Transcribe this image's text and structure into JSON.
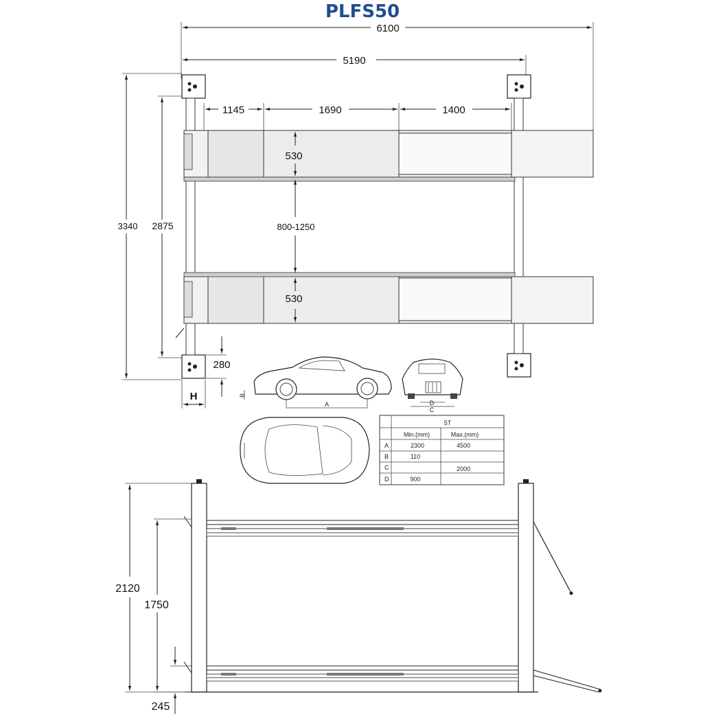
{
  "title": "PLFS50",
  "top_view": {
    "overall_length": "6100",
    "post_spacing": "5190",
    "segment_1": "1145",
    "segment_2": "1690",
    "segment_3": "1400",
    "runway_width_upper": "530",
    "runway_width_lower": "530",
    "inner_gap": "800-1250",
    "overall_width": "3340",
    "post_spacing_width": "2875",
    "base_plate": "280",
    "post_width": "H"
  },
  "car_labels": {
    "a": "A",
    "b": "B",
    "c": "C",
    "d": "D"
  },
  "spec_table": {
    "capacity": "5T",
    "headers": [
      "Min.(mm)",
      "Max.(mm)"
    ],
    "rows": [
      {
        "label": "A",
        "min": "2300",
        "max": "4500"
      },
      {
        "label": "B",
        "min": "110",
        "max": ""
      },
      {
        "label": "C",
        "min": "",
        "max": "2000"
      },
      {
        "label": "D",
        "min": "900",
        "max": ""
      }
    ]
  },
  "side_view": {
    "max_height": "2120",
    "lift_height": "1750",
    "min_height": "245"
  },
  "colors": {
    "title": "#1f4e8c",
    "line": "#222222"
  }
}
